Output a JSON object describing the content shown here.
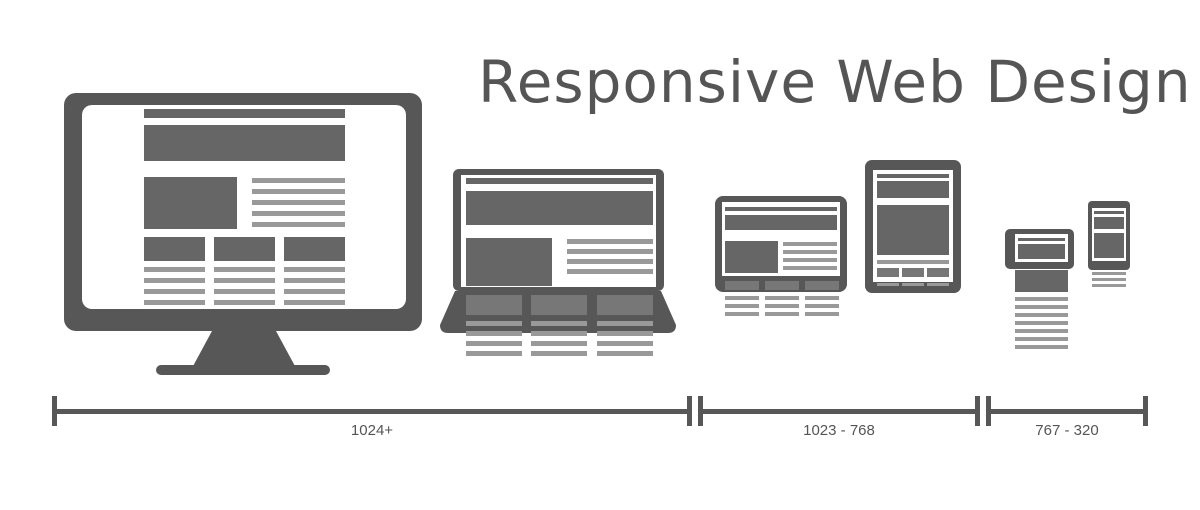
{
  "title": "Responsive Web Design",
  "colors": {
    "device": "#575757",
    "block": "#666666",
    "stripe": "#999999",
    "screen": "#ffffff",
    "label": "#555555"
  },
  "devices": [
    {
      "name": "desktop-monitor-icon"
    },
    {
      "name": "laptop-icon"
    },
    {
      "name": "tablet-landscape-icon"
    },
    {
      "name": "tablet-portrait-icon"
    },
    {
      "name": "phone-landscape-icon"
    },
    {
      "name": "phone-portrait-icon"
    }
  ],
  "ranges": [
    {
      "label": "1024+"
    },
    {
      "label": "1023 - 768"
    },
    {
      "label": "767 - 320"
    }
  ]
}
